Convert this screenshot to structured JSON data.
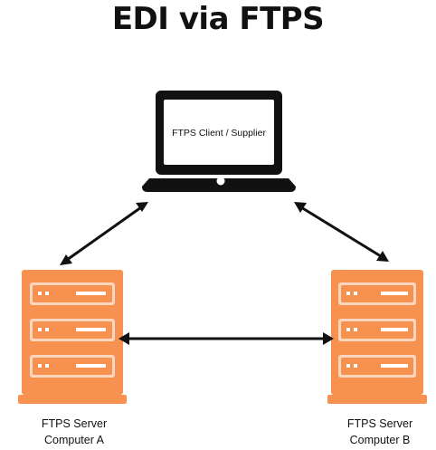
{
  "title": "EDI via FTPS",
  "client": {
    "screen_label": "FTPS Client / Supplier",
    "icon": "laptop-icon"
  },
  "server_a": {
    "label_line1": "FTPS Server",
    "label_line2": "Computer A",
    "icon": "server-rack-icon"
  },
  "server_b": {
    "label_line1": "FTPS Server",
    "label_line2": "Computer B",
    "icon": "server-rack-icon"
  },
  "colors": {
    "server_orange": "#f7914f",
    "server_light": "#fcd7bd",
    "outline": "#111111",
    "background": "#ffffff"
  },
  "connections": [
    {
      "from": "client",
      "to": "server_a",
      "direction": "bidirectional"
    },
    {
      "from": "client",
      "to": "server_b",
      "direction": "bidirectional"
    },
    {
      "from": "server_a",
      "to": "server_b",
      "direction": "bidirectional"
    }
  ]
}
